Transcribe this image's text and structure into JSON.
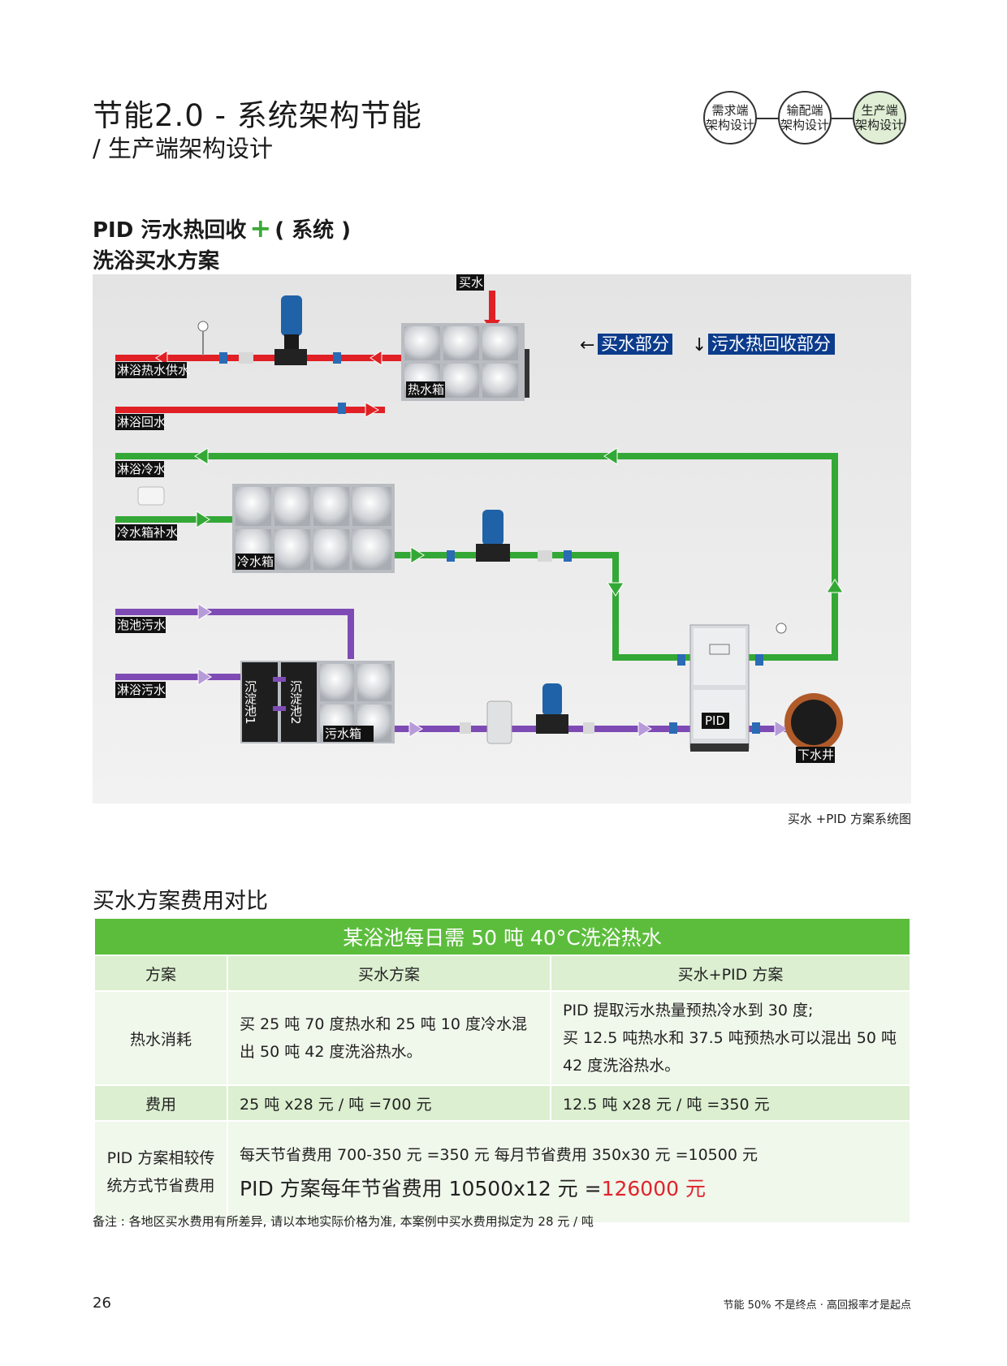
{
  "header": {
    "title": "节能2.0 - 系统架构节能",
    "subtitle": "/ 生产端架构设计",
    "steps": [
      {
        "line1": "需求端",
        "line2": "架构设计"
      },
      {
        "line1": "输配端",
        "line2": "架构设计"
      },
      {
        "line1": "生产端",
        "line2": "架构设计"
      }
    ]
  },
  "section1": {
    "title_a": "PID 污水热回收",
    "plus": "+",
    "title_b": "( 系统 )",
    "title2": "洗浴买水方案"
  },
  "diagram": {
    "labels": {
      "buy_water": "买水",
      "hot_supply": "淋浴热水供水",
      "hot_return": "淋浴回水",
      "hot_tank": "热水箱",
      "cold_water": "淋浴冷水",
      "cold_refill": "冷水箱补水",
      "cold_tank": "冷水箱",
      "pool_sewage": "泡池污水",
      "shower_sewage": "淋浴污水",
      "settle1": "沉淀池1",
      "settle2": "沉淀池2",
      "sewage_tank": "污水箱",
      "pid": "PID",
      "drain_well": "下水井"
    },
    "legend": {
      "buy_part": "买水部分",
      "recovery_part": "污水热回收部分"
    },
    "caption": "买水 +PID 方案系统图"
  },
  "section2": {
    "title": "买水方案费用对比"
  },
  "table": {
    "header": "某浴池每日需 50 吨 40°C洗浴热水",
    "columns": [
      "方案",
      "买水方案",
      "买水+PID 方案"
    ],
    "rows": {
      "consumption": {
        "label": "热水消耗",
        "buy": "买 25 吨 70 度热水和 25 吨 10 度冷水混出 50 吨 42 度洗浴热水。",
        "pid_line1": "PID 提取污水热量预热冷水到 30 度;",
        "pid_line2": "买 12.5 吨热水和 37.5 吨预热水可以混出 50 吨 42 度洗浴热水。"
      },
      "cost": {
        "label": "费用",
        "buy": "25 吨 x28 元 / 吨 =700 元",
        "pid": "12.5 吨 x28 元 / 吨 =350 元"
      },
      "saving": {
        "label": "PID 方案相较传统方式节省费用",
        "line1": "每天节省费用 700-350 元 =350 元   每月节省费用 350x30 元 =10500 元",
        "line2_prefix": "PID 方案每年节省费用 10500x12 元 =",
        "line2_value": "126000 元"
      }
    }
  },
  "note": "备注 : 各地区买水费用有所差异, 请以本地实际价格为准, 本案例中买水费用拟定为 28 元 / 吨",
  "footer": {
    "page": "26",
    "slogan": "节能 50% 不是终点 · 高回报率才是起点"
  },
  "colors": {
    "accent_green": "#5cbd3c",
    "pipe_red": "#e02025",
    "pipe_green": "#34a836",
    "pipe_purple": "#7e4bb5",
    "legend_blue": "#0d3c8c",
    "highlight_red": "#e0242b"
  }
}
